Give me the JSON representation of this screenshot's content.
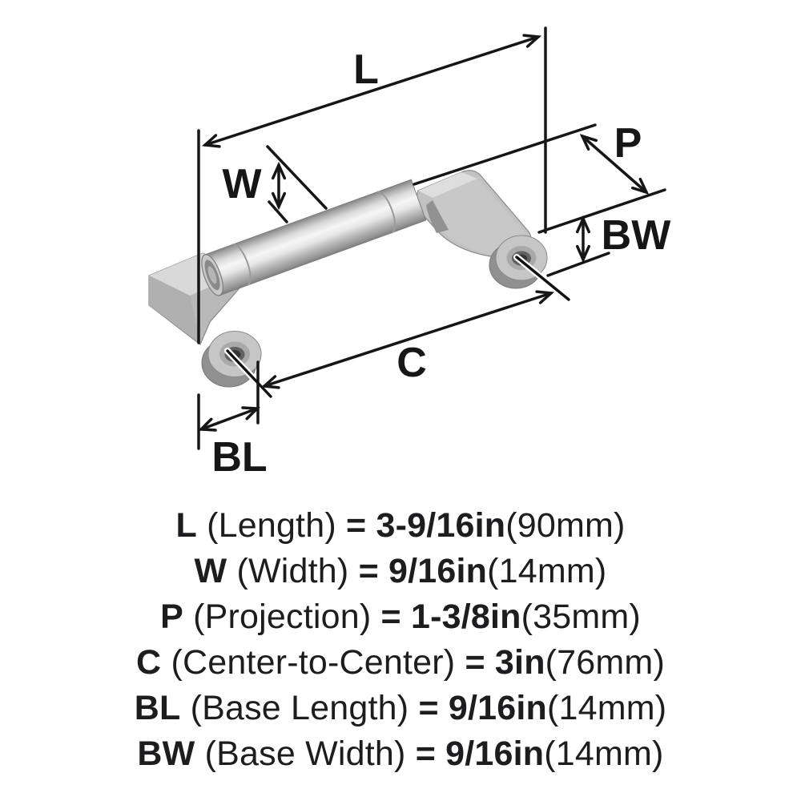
{
  "diagram": {
    "labels": {
      "length": "L",
      "width": "W",
      "projection": "P",
      "base_width": "BW",
      "center_to_center": "C",
      "base_length": "BL"
    },
    "colors": {
      "line": "#161616",
      "text": "#1d1d1f",
      "metal_light": "#f4f4f4",
      "metal_mid": "#c6c6c6",
      "metal_dark": "#8a8a8a",
      "background": "#ffffff"
    }
  },
  "specs": [
    {
      "label": "L",
      "name": " (Length) ",
      "value": "= 3-9/16in",
      "metric": "(90mm)"
    },
    {
      "label": "W",
      "name": " (Width) ",
      "value": "= 9/16in",
      "metric": "(14mm)"
    },
    {
      "label": "P",
      "name": " (Projection) ",
      "value": "= 1-3/8in",
      "metric": "(35mm)"
    },
    {
      "label": "C",
      "name": " (Center-to-Center) ",
      "value": "= 3in",
      "metric": "(76mm)"
    },
    {
      "label": "BL",
      "name": " (Base Length) ",
      "value": "= 9/16in",
      "metric": "(14mm)"
    },
    {
      "label": "BW",
      "name": " (Base Width) ",
      "value": "= 9/16in",
      "metric": "(14mm)"
    }
  ]
}
